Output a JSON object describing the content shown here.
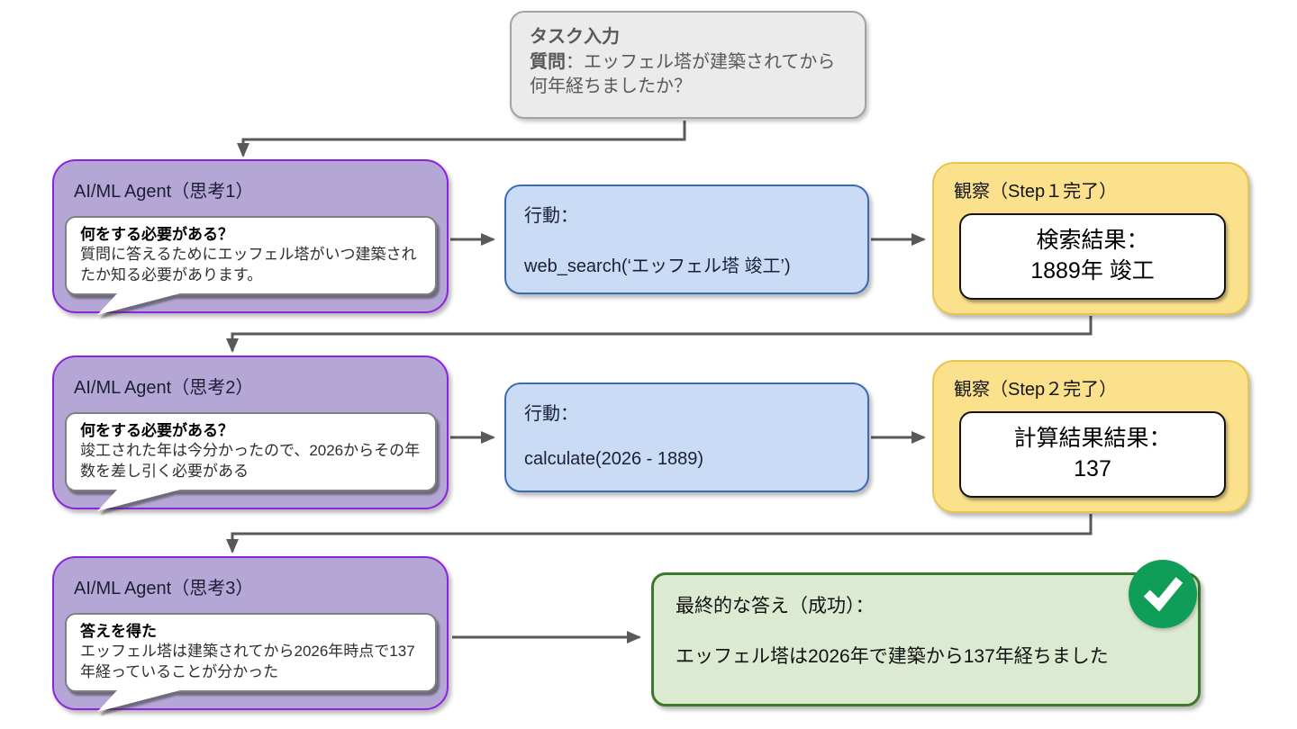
{
  "colors": {
    "task_fill": "#ebebeb",
    "task_border": "#a3a3a3",
    "task_text": "#595959",
    "agent_fill": "#b4a7d6",
    "agent_border": "#8e22e0",
    "action_fill": "#cadcf5",
    "action_border": "#3a6bb5",
    "obs_fill": "#fbe18c",
    "obs_border": "#e7c650",
    "final_fill": "#dcead2",
    "final_border": "#3a7a28",
    "check_green": "#0f9d58",
    "arrow": "#595959"
  },
  "task": {
    "title": "タスク入力",
    "question_label": "質問",
    "question_rest": "：エッフェル塔が建築されてから何年経ちましたか？"
  },
  "agents": [
    {
      "title": "AI/ML Agent（思考1）",
      "thought_title": "何をする必要がある？",
      "thought_text": "質問に答えるためにエッフェル塔がいつ建築されたか知る必要があります。"
    },
    {
      "title": "AI/ML Agent（思考2）",
      "thought_title": "何をする必要がある？",
      "thought_text": "竣工された年は今分かったので、2026からその年数を差し引く必要がある"
    },
    {
      "title": "AI/ML Agent（思考3）",
      "thought_title": "答えを得た",
      "thought_text": "エッフェル塔は建築されてから2026年時点で137年経っていることが分かった"
    }
  ],
  "actions": [
    {
      "label": "行動：",
      "code": "web_search(‘エッフェル塔 竣工’)"
    },
    {
      "label": "行動：",
      "code": "calculate(2026 - 1889)"
    }
  ],
  "observations": [
    {
      "title": "観察（Step１完了）",
      "result_line1": "検索結果：",
      "result_line2": "1889年 竣工"
    },
    {
      "title": "観察（Step２完了）",
      "result_line1": "計算結果結果：",
      "result_line2": "137"
    }
  ],
  "final": {
    "title": "最終的な答え（成功）：",
    "text": "エッフェル塔は2026年で建築から137年経ちました",
    "icon": "check-icon"
  }
}
